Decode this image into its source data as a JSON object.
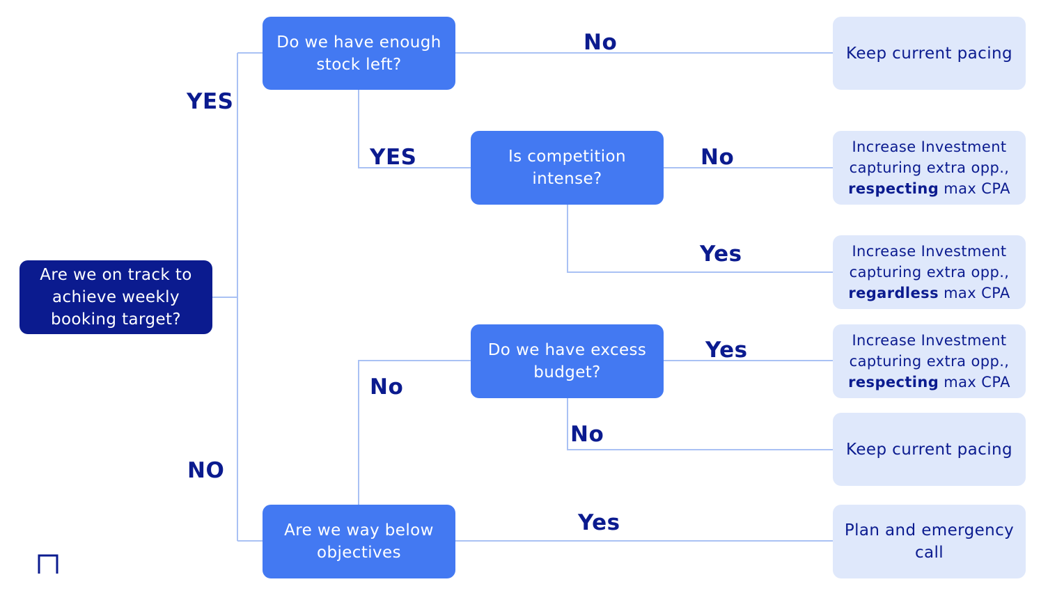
{
  "nodes": {
    "root": "Are we on track to achieve weekly booking target?",
    "stock_question": "Do we have enough stock left?",
    "competition_question": "Is competition intense?",
    "excess_budget_question": "Do we have excess budget?",
    "below_objectives_question": "Are we way below objectives"
  },
  "outcomes": {
    "keep_pacing_top": "Keep current pacing",
    "increase_respecting_1": {
      "prefix": "Increase Investment capturing extra opp.,",
      "bold": "respecting",
      "suffix": "max CPA"
    },
    "increase_regardless": {
      "prefix": "Increase Investment capturing extra opp.,",
      "bold": "regardless",
      "suffix": "max CPA"
    },
    "increase_respecting_2": {
      "prefix": "Increase Investment capturing extra opp.,",
      "bold": "respecting",
      "suffix": "max CPA"
    },
    "keep_pacing_bottom": "Keep current pacing",
    "plan_emergency": "Plan and emergency call"
  },
  "edge_labels": {
    "root_yes": "YES",
    "root_no": "NO",
    "stock_no": "No",
    "stock_yes": "YES",
    "competition_no": "No",
    "competition_yes": "Yes",
    "budget_yes": "Yes",
    "budget_no": "No",
    "objectives_no": "No",
    "objectives_yes": "Yes"
  },
  "colors": {
    "dark_navy": "#0b1b8f",
    "accent_blue": "#4379f2",
    "light_blue": "#dfe8fb",
    "connector": "#a9c1f4"
  },
  "icons": {
    "logo": "bracket-logo-icon"
  }
}
